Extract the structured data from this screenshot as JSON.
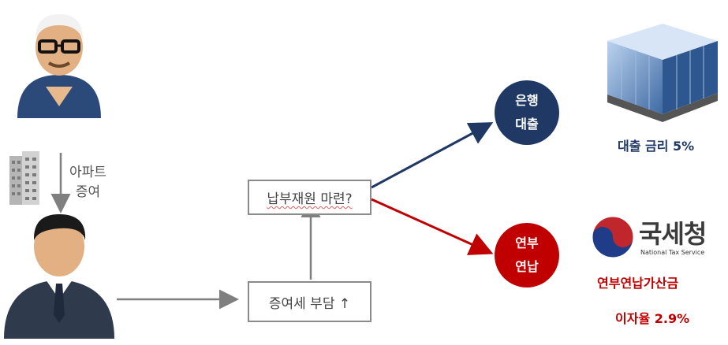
{
  "nodes": {
    "apartment_label": [
      "아파트",
      "증여"
    ],
    "question_box": "납부재원 마련?",
    "burden_box": "증여세 부담 ↑",
    "bank_circle": [
      "은행",
      "대출"
    ],
    "installment_circle": [
      "연부",
      "연납"
    ]
  },
  "bank": {
    "rate_label": "대출 금리 5%"
  },
  "nts": {
    "logo_kr": "국세청",
    "logo_en": "National Tax Service",
    "rate_title": "연부연납가산금",
    "rate_value": "이자율 2.9%"
  },
  "colors": {
    "navy": "#1f3864",
    "red": "#c00000",
    "gray": "#7f7f7f"
  }
}
